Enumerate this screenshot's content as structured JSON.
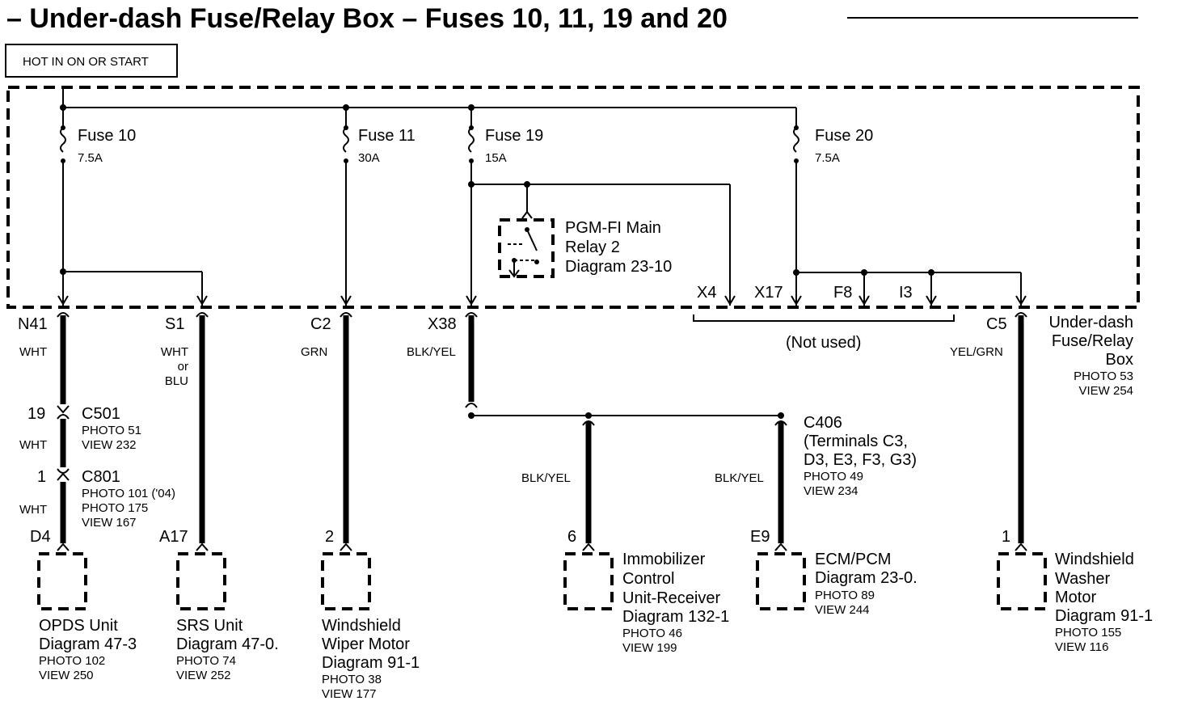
{
  "title": "– Under-dash Fuse/Relay Box – Fuses 10, 11, 19 and 20",
  "hot_label": "HOT IN ON OR START",
  "fuses": [
    {
      "name": "Fuse 10",
      "rating": "7.5A"
    },
    {
      "name": "Fuse 11",
      "rating": "30A"
    },
    {
      "name": "Fuse 19",
      "rating": "15A"
    },
    {
      "name": "Fuse 20",
      "rating": "7.5A"
    }
  ],
  "relay": {
    "line1": "PGM-FI Main",
    "line2": "Relay 2",
    "line3": "Diagram 23-10"
  },
  "box": {
    "line1": "Under-dash",
    "line2": "Fuse/Relay",
    "line3": "Box",
    "photo": "PHOTO 53",
    "view": "VIEW 254"
  },
  "terminals": {
    "n41": "N41",
    "s1": "S1",
    "c2": "C2",
    "x38": "X38",
    "c5": "C5",
    "x4": "X4",
    "x17": "X17",
    "f8": "F8",
    "i3": "I3",
    "not_used": "(Not used)"
  },
  "wire_colors": {
    "n41": "WHT",
    "s1_a": "WHT",
    "s1_b": "or",
    "s1_c": "BLU",
    "c2": "GRN",
    "x38": "BLK/YEL",
    "c5": "YEL/GRN",
    "c501_below": "WHT",
    "c801_below": "WHT",
    "imm": "BLK/YEL",
    "ecm": "BLK/YEL"
  },
  "connectors": {
    "c501": {
      "pin": "19",
      "name": "C501",
      "photo": "PHOTO 51",
      "view": "VIEW 232"
    },
    "c801": {
      "pin": "1",
      "name": "C801",
      "photo1": "PHOTO 101 ('04)",
      "photo2": "PHOTO 175",
      "view": "VIEW 167"
    },
    "c406": {
      "name": "C406",
      "line2": "(Terminals C3,",
      "line3": "D3, E3, F3, G3)",
      "photo": "PHOTO 49",
      "view": "VIEW 234"
    }
  },
  "components": [
    {
      "pin": "D4",
      "line1": "OPDS Unit",
      "line2": "Diagram 47-3",
      "photo": "PHOTO 102",
      "view": "VIEW 250"
    },
    {
      "pin": "A17",
      "line1": "SRS Unit",
      "line2": "Diagram 47-0.",
      "photo": "PHOTO 74",
      "view": "VIEW 252"
    },
    {
      "pin": "2",
      "line1": "Windshield",
      "line2": "Wiper Motor",
      "line3": "Diagram 91-1",
      "photo": "PHOTO 38",
      "view": "VIEW 177"
    },
    {
      "pin": "6",
      "line1": "Immobilizer",
      "line2": "Control",
      "line3": "Unit-Receiver",
      "line4": "Diagram 132-1",
      "photo": "PHOTO 46",
      "view": "VIEW 199"
    },
    {
      "pin": "E9",
      "line1": "ECM/PCM",
      "line2": "Diagram 23-0.",
      "photo": "PHOTO 89",
      "view": "VIEW 244"
    },
    {
      "pin": "1",
      "line1": "Windshield",
      "line2": "Washer",
      "line3": "Motor",
      "line4": "Diagram 91-1",
      "photo": "PHOTO 155",
      "view": "VIEW 116"
    }
  ]
}
